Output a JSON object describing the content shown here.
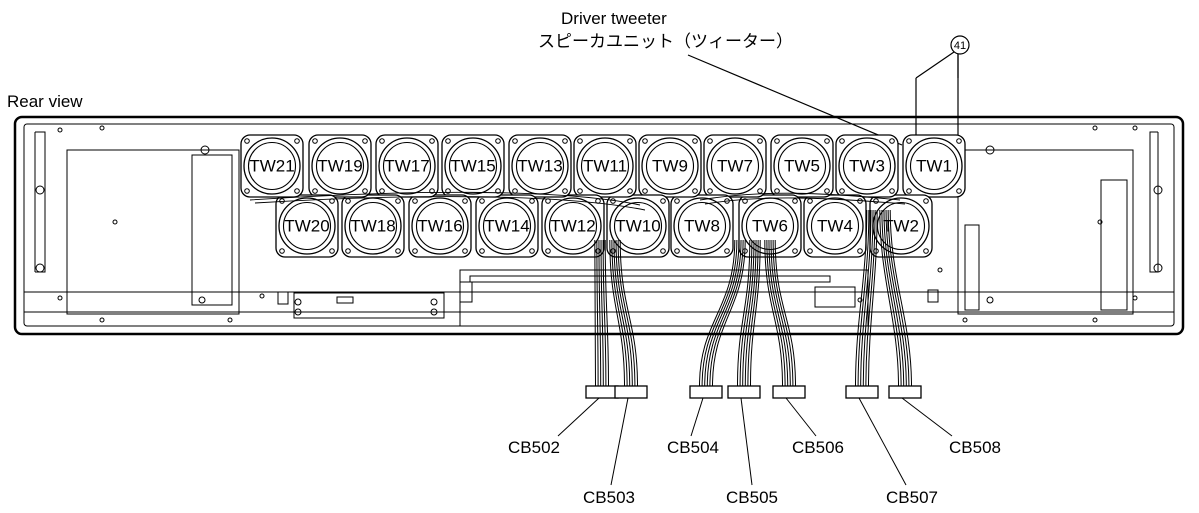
{
  "callout": {
    "title_en": "Driver tweeter",
    "title_ja": "スピーカユニット（ツィーター）",
    "ref_number": "41"
  },
  "view_label": "Rear view",
  "tweeters": [
    "TW1",
    "TW2",
    "TW3",
    "TW4",
    "TW5",
    "TW6",
    "TW7",
    "TW8",
    "TW9",
    "TW10",
    "TW11",
    "TW12",
    "TW13",
    "TW14",
    "TW15",
    "TW16",
    "TW17",
    "TW18",
    "TW19",
    "TW20",
    "TW21"
  ],
  "connectors": [
    "CB502",
    "CB503",
    "CB504",
    "CB505",
    "CB506",
    "CB507",
    "CB508"
  ]
}
